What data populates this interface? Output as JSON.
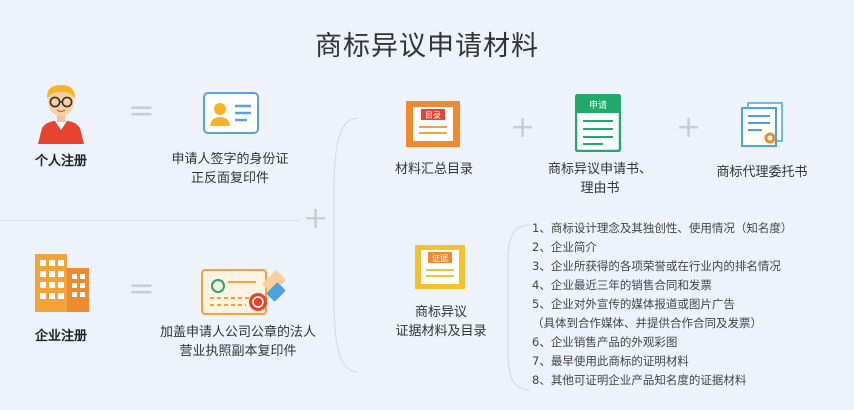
{
  "title": "商标异议申请材料",
  "personal": {
    "label": "个人注册",
    "equals": "=",
    "doc_line1": "申请人签字的身份证",
    "doc_line2": "正反面复印件"
  },
  "enterprise": {
    "label": "企业注册",
    "equals": "=",
    "doc_line1": "加盖申请人公司公章的法人",
    "doc_line2": "营业执照副本复印件"
  },
  "center_plus": "+",
  "materials": {
    "catalog_icon_text": "目录",
    "catalog_label": "材料汇总目录",
    "plus1": "+",
    "application_icon_text": "申请",
    "application_label_line1": "商标异议申请书、",
    "application_label_line2": "理由书",
    "plus2": "+",
    "agency_label": "商标代理委托书"
  },
  "evidence": {
    "icon_text": "证据",
    "label_line1": "商标异议",
    "label_line2": "证据材料及目录",
    "items": [
      "1、商标设计理念及其独创性、使用情况（知名度）",
      "2、企业简介",
      "3、企业所获得的各项荣誉或在行业内的排名情况",
      "4、企业最近三年的销售合同和发票",
      "5、企业对外宣传的媒体报道或图片广告",
      "（具体到合作媒体、并提供合作合同及发票）",
      "6、企业销售产品的外观彩图",
      "7、最早使用此商标的证明材料",
      "8、其他可证明企业产品知名度的证据材料"
    ]
  }
}
